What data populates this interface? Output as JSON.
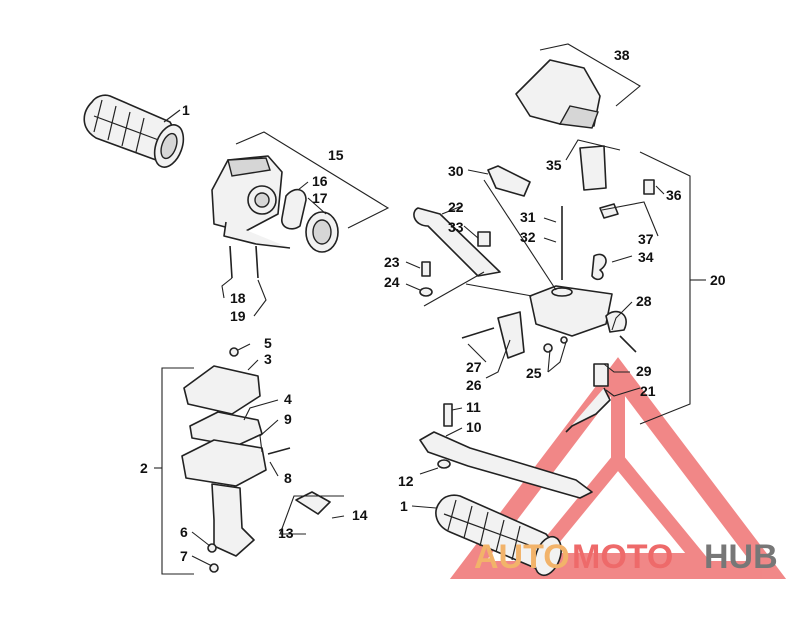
{
  "callouts": {
    "c1a": "1",
    "c1b": "1",
    "c2": "2",
    "c3": "3",
    "c4": "4",
    "c5": "5",
    "c6": "6",
    "c7": "7",
    "c8": "8",
    "c9": "9",
    "c10": "10",
    "c11": "11",
    "c12": "12",
    "c13": "13",
    "c14": "14",
    "c15": "15",
    "c16": "16",
    "c17": "17",
    "c18": "18",
    "c19": "19",
    "c20": "20",
    "c21": "21",
    "c22": "22",
    "c23": "23",
    "c24": "24",
    "c25": "25",
    "c26": "26",
    "c27": "27",
    "c28": "28",
    "c29": "29",
    "c30": "30",
    "c31": "31",
    "c32": "32",
    "c33": "33",
    "c34": "34",
    "c35": "35",
    "c36": "36",
    "c37": "37",
    "c38": "38"
  },
  "watermark": {
    "auto": "AUTO",
    "moto": "MOTO",
    "hub": "HUB",
    "primary_color": "#ee6a6a",
    "secondary_color": "#f2b36a",
    "tertiary_color": "#777777"
  },
  "icons": {
    "watermark_logo": "triangle-logo-icon"
  }
}
